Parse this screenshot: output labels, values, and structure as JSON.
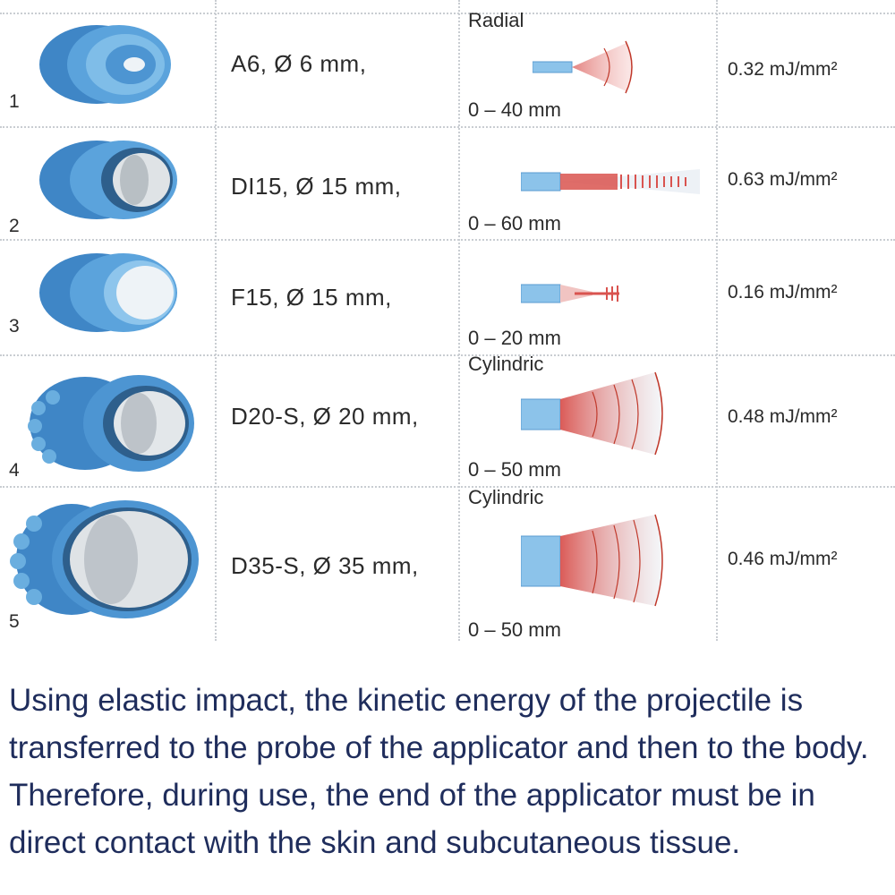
{
  "rows": [
    {
      "num": "1",
      "name": "A6, Ø 6 mm,",
      "wave_type": "Radial",
      "range": "0 – 40 mm",
      "energy": "0.32 mJ/mm²"
    },
    {
      "num": "2",
      "name": "DI15, Ø 15 mm,",
      "wave_type": "",
      "range": "0 – 60 mm",
      "energy": "0.63 mJ/mm²"
    },
    {
      "num": "3",
      "name": "F15, Ø 15 mm,",
      "wave_type": "",
      "range": "0 – 20 mm",
      "energy": "0.16 mJ/mm²"
    },
    {
      "num": "4",
      "name": "D20-S, Ø 20 mm,",
      "wave_type": "Cylindric",
      "range": "0 – 50 mm",
      "energy": "0.48 mJ/mm²"
    },
    {
      "num": "5",
      "name": "D35-S, Ø 35 mm,",
      "wave_type": "Cylindric",
      "range": "0 – 50 mm",
      "energy": "0.46 mJ/mm²"
    }
  ],
  "caption": "Using elastic impact, the kinetic energy of the projectile is transferred to the probe of the applicator and then to the body. Therefore, during use, the end of the applicator must be in direct contact with the skin and subcutaneous tissue.",
  "colors": {
    "applicator": "#4a8fcc",
    "probe": "#dfe6ec",
    "wave_red": "#d9534f",
    "caption": "#1f2d5c"
  }
}
